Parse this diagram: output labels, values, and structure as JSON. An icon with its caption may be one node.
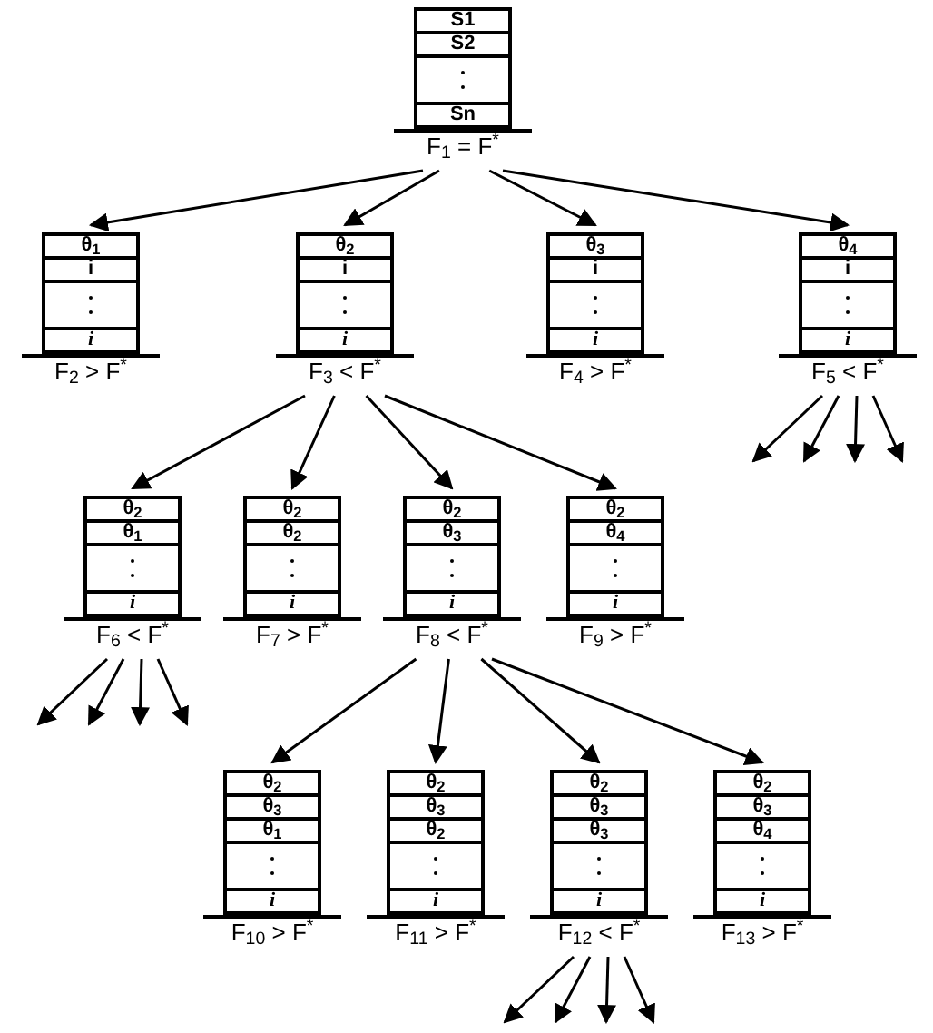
{
  "diagram": {
    "nodes": [
      {
        "text": [
          "S1",
          "S2",
          "Sn",
          "F$_{1}$ = F$^{*}$"
        ]
      },
      {
        "text": [
          "θ$_{1}$",
          "i",
          "i",
          "F$_{2}$ > F$^{*}$"
        ]
      },
      {
        "text": [
          "θ$_{2}$",
          "i",
          "i",
          "F$_{3}$ < F$^{*}$"
        ]
      },
      {
        "text": [
          "θ$_{3}$",
          "i",
          "i",
          "F$_{4}$ > F$^{*}$"
        ]
      },
      {
        "text": [
          "θ$_{4}$",
          "i",
          "i",
          "F$_{5}$ < F$^{*}$"
        ]
      },
      {
        "text": [
          "θ$_{2}$",
          "θ$_{1}$",
          "i",
          "F$_{6}$ < F$^{*}$"
        ]
      },
      {
        "text": [
          "θ$_{2}$",
          "θ$_{2}$",
          "i",
          "F$_{7}$ > F$^{*}$"
        ]
      },
      {
        "text": [
          "θ$_{2}$",
          "θ$_{3}$",
          "i",
          "F$_{8}$ < F$^{*}$"
        ]
      },
      {
        "text": [
          "θ$_{2}$",
          "θ$_{4}$",
          "i",
          "F$_{9}$ > F$^{*}$"
        ]
      },
      {
        "text": [
          "θ$_{2}$",
          "θ$_{3}$",
          "θ$_{1}$",
          "i",
          "F$_{10}$ > F$^{*}$"
        ]
      },
      {
        "text": [
          "θ$_{2}$",
          "θ$_{3}$",
          "θ$_{2}$",
          "i",
          "F$_{11}$ > F$^{*}$"
        ]
      },
      {
        "text": [
          "θ$_{2}$",
          "θ$_{3}$",
          "θ$_{3}$",
          "i",
          "F$_{12}$ < F$^{*}$"
        ]
      },
      {
        "text": [
          "θ$_{2}$",
          "θ$_{3}$",
          "θ$_{4}$",
          "i",
          "F$_{13}$ > F$^{*}$"
        ]
      }
    ],
    "edges": [
      {
        "from": 0,
        "to": 1,
        "arrow": "to"
      },
      {
        "from": 0,
        "to": 2,
        "arrow": "to"
      },
      {
        "from": 0,
        "to": 3,
        "arrow": "to"
      },
      {
        "from": 0,
        "to": 4,
        "arrow": "to"
      },
      {
        "from": 4,
        "to": null,
        "arrow": "to"
      },
      {
        "from": 4,
        "to": null,
        "arrow": "to"
      },
      {
        "from": 4,
        "to": null,
        "arrow": "to"
      },
      {
        "from": 4,
        "to": null,
        "arrow": "to"
      },
      {
        "from": 2,
        "to": 5,
        "arrow": "to"
      },
      {
        "from": 2,
        "to": 6,
        "arrow": "to"
      },
      {
        "from": 2,
        "to": 7,
        "arrow": "to"
      },
      {
        "from": 2,
        "to": 8,
        "arrow": "to"
      },
      {
        "from": 5,
        "to": null,
        "arrow": "to"
      },
      {
        "from": 5,
        "to": null,
        "arrow": "to"
      },
      {
        "from": 5,
        "to": null,
        "arrow": "to"
      },
      {
        "from": 5,
        "to": null,
        "arrow": "to"
      },
      {
        "from": 7,
        "to": 9,
        "arrow": "to"
      },
      {
        "from": 7,
        "to": 10,
        "arrow": "to"
      },
      {
        "from": 7,
        "to": 11,
        "arrow": "to"
      },
      {
        "from": 7,
        "to": 12,
        "arrow": "to"
      },
      {
        "from": 11,
        "to": null,
        "arrow": "to"
      },
      {
        "from": 11,
        "to": null,
        "arrow": "to"
      },
      {
        "from": 11,
        "to": null,
        "arrow": "to"
      },
      {
        "from": 11,
        "to": null,
        "arrow": "to"
      }
    ]
  }
}
